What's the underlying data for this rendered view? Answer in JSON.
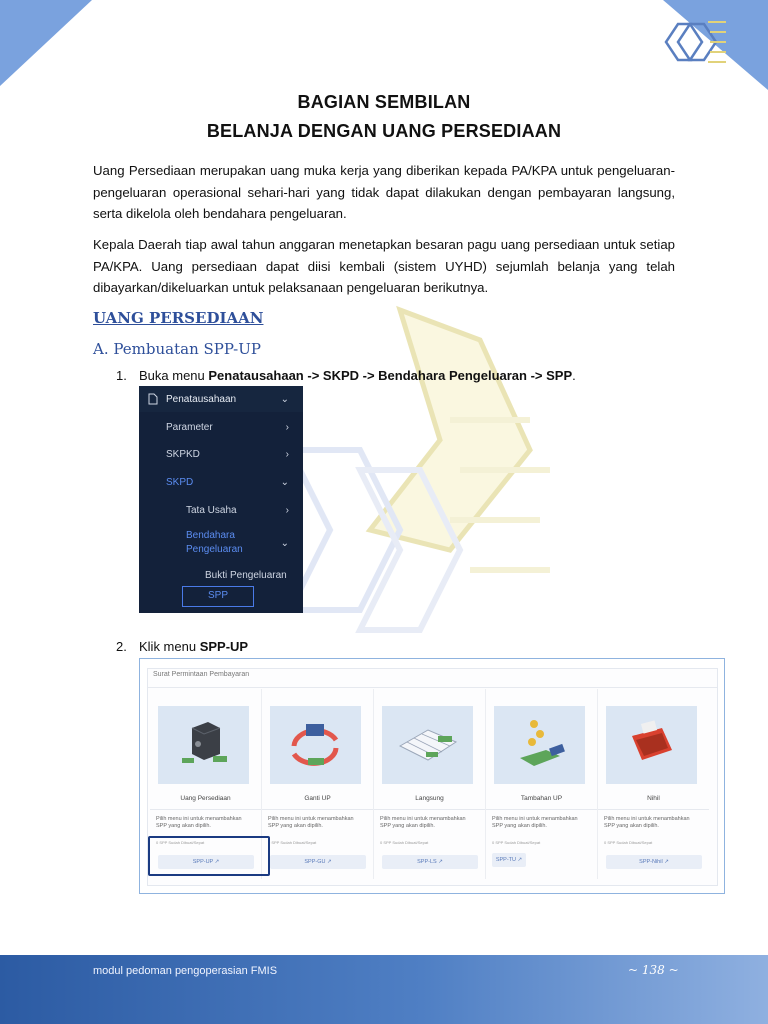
{
  "header": {
    "title_line1": "BAGIAN SEMBILAN",
    "title_line2": "BELANJA DENGAN UANG PERSEDIAAN"
  },
  "body": {
    "para1": "Uang Persediaan merupakan uang muka kerja yang diberikan kepada PA/KPA untuk pengeluaran-pengeluaran operasional sehari-hari yang tidak dapat dilakukan dengan pembayaran langsung, serta dikelola oleh bendahara pengeluaran.",
    "para2": "Kepala Daerah tiap awal tahun anggaran menetapkan besaran pagu uang persediaan untuk setiap PA/KPA. Uang persediaan dapat diisi kembali (sistem UYHD) sejumlah belanja yang telah dibayarkan/dikeluarkan untuk pelaksanaan pengeluaran berikutnya.",
    "section": "UANG PERSEDIAAN",
    "subsection": "A.  Pembuatan SPP-UP",
    "step1_num": "1.",
    "step1_prefix": "Buka menu ",
    "step1_bold": "Penatausahaan -> SKPD -> Bendahara Pengeluaran -> SPP",
    "step1_suffix": ".",
    "step2_num": "2.",
    "step2_prefix": "Klik menu ",
    "step2_bold": "SPP-UP"
  },
  "menu": {
    "items": [
      {
        "label": "Penatausahaan",
        "chevron": "⌄"
      },
      {
        "label": "Parameter",
        "chevron": "›"
      },
      {
        "label": "SKPKD",
        "chevron": "›"
      },
      {
        "label": "SKPD",
        "chevron": "⌄"
      },
      {
        "label": "Tata Usaha",
        "chevron": "›"
      },
      {
        "label": "Bendahara",
        "chevron": "⌄"
      },
      {
        "label": "Pengeluaran",
        "chevron": ""
      },
      {
        "label": "Bukti Pengeluaran",
        "chevron": ""
      },
      {
        "label": "SPP",
        "chevron": ""
      }
    ]
  },
  "cards": {
    "title": "Surat Permintaan Pembayaran",
    "items": [
      {
        "name": "Uang Persediaan",
        "desc": "Pilih menu ini untuk menambahkan SPP yang akan dipilih.",
        "small": "0 SPP Sudah Dibuat/Sepat",
        "button": "SPP-UP ↗"
      },
      {
        "name": "Ganti UP",
        "desc": "Pilih menu ini untuk menambahkan SPP yang akan dipilih.",
        "small": "0 SPP Sudah Dibuat/Sepat",
        "button": "SPP-GU ↗"
      },
      {
        "name": "Langsung",
        "desc": "Pilih menu ini untuk menambahkan SPP yang akan dipilih.",
        "small": "0 SPP Sudah Dibuat/Sepat",
        "button": "SPP-LS ↗"
      },
      {
        "name": "Tambahan UP",
        "desc": "Pilih menu ini untuk menambahkan SPP yang akan dipilih.",
        "small": "0 SPP Sudah Dibuat/Sepat",
        "button": "SPP-TU ↗"
      },
      {
        "name": "Nihil",
        "desc": "Pilih menu ini untuk menambahkan SPP yang akan dipilih.",
        "small": "0 SPP Sudah Dibuat/Sepat",
        "button": "SPP-Nihil ↗"
      }
    ]
  },
  "footer": {
    "text": "modul pedoman pengoperasian FMIS",
    "page": "~ 138 ~"
  },
  "colors": {
    "accent": "#2e4f9a",
    "corner": "#7aa2de",
    "menu_bg": "#13213a",
    "menu_active": "#5b8cf0"
  }
}
